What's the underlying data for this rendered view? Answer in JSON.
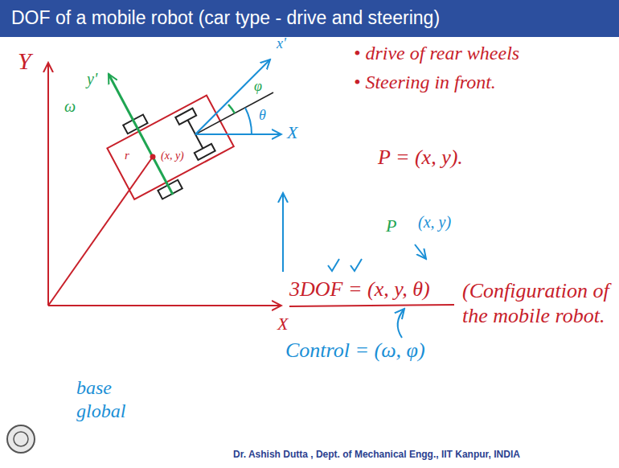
{
  "diagram": {
    "title": "DOF of a mobile robot (car type - drive and steering)",
    "labels": [
      "Y",
      "y'",
      "ω",
      "x'",
      "φ",
      "θ",
      "X",
      "r",
      "(x, y)",
      "X",
      "base global",
      "• drive of rear wheels",
      "• Steering in front.",
      "P = (x, y).",
      "P",
      "(x, y)",
      "3DOF = (x, y, θ)",
      "(Configuration of the mobile robot.",
      "Control = (ω, φ)",
      "Dr. Ashish Dutta , Dept. of Mechanical Engg., IIT Kanpur, INDIA"
    ]
  }
}
